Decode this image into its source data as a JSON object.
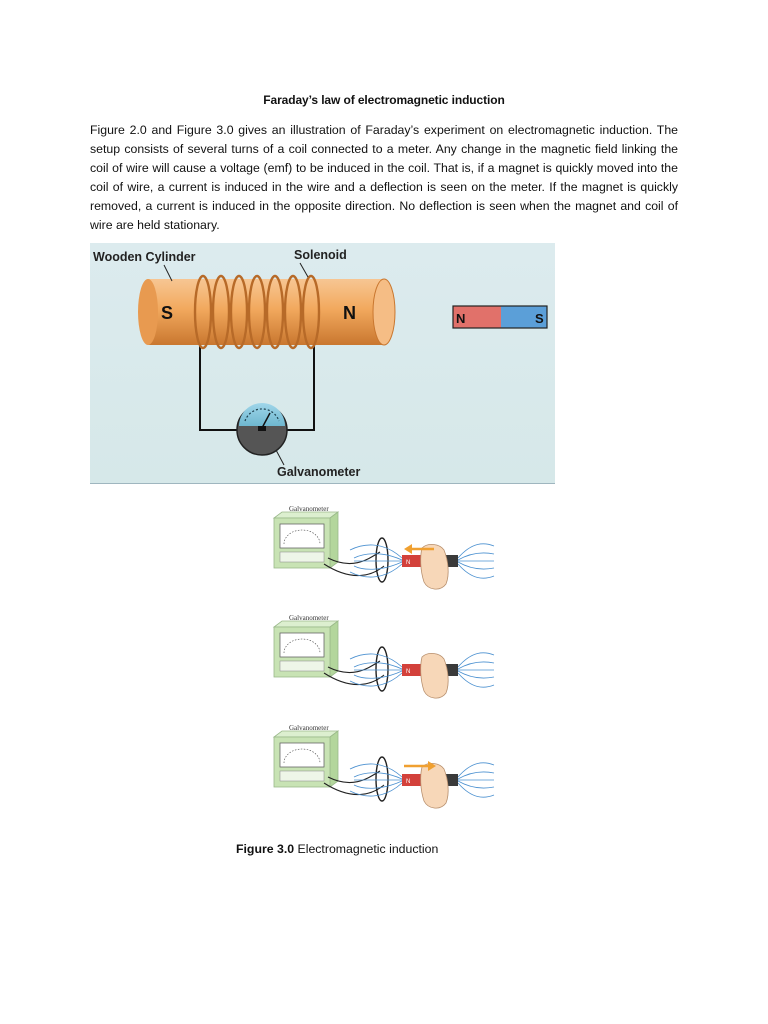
{
  "document": {
    "title": "Faraday’s law of electromagnetic induction",
    "paragraph": "Figure 2.0 and Figure 3.0 gives an illustration of Faraday’s experiment on electromagnetic induction. The setup consists of several turns of a coil connected to a meter. Any change in the magnetic field linking the coil of wire will cause a voltage (emf) to be induced in the coil. That is, if a magnet is quickly moved into the coil of wire, a current is induced in the wire and a deflection is seen on the meter. If the magnet is quickly removed, a current is induced in the opposite direction. No deflection is seen when the magnet and coil of wire are held stationary."
  },
  "figure2": {
    "wooden_cylinder_label": "Wooden Cylinder",
    "solenoid_label": "Solenoid",
    "galvanometer_label": "Galvanometer",
    "cylinder_pole_left": "S",
    "cylinder_pole_right": "N",
    "magnet_pole_left": "N",
    "magnet_pole_right": "S"
  },
  "figure3": {
    "panels": [
      {
        "label": "Galvanometer",
        "magnet_n": "N"
      },
      {
        "label": "Galvanometer",
        "magnet_n": "N"
      },
      {
        "label": "Galvanometer",
        "magnet_n": "N"
      }
    ]
  },
  "caption": {
    "number": "Figure 3.0",
    "text": " Electromagnetic induction"
  },
  "colors": {
    "cylinder": "#f2a95e",
    "coil": "#d4823a",
    "magnet_north": "#e1716a",
    "magnet_south": "#5b9fd8",
    "arrow": "#f0a030",
    "galvanometer_box": "#c8e3b4"
  }
}
